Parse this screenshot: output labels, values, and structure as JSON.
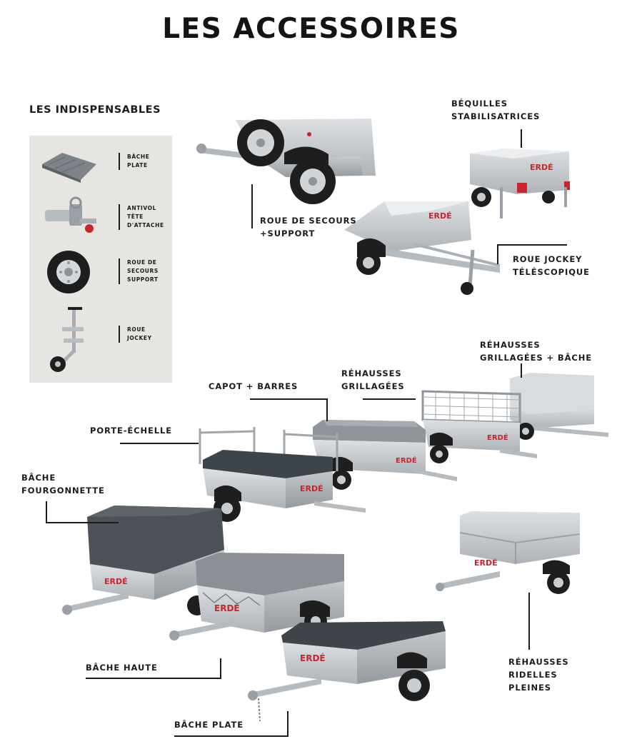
{
  "page": {
    "title": "LES ACCESSOIRES",
    "section_title": "LES INDISPENSABLES",
    "brand": "ERDÉ"
  },
  "sidebar": {
    "items": [
      {
        "label": "BÂCHE\nPLATE",
        "icon": "tarp-icon"
      },
      {
        "label": "ANTIVOL\nTÊTE\nD'ATTACHE",
        "icon": "hitch-lock-icon"
      },
      {
        "label": "ROUE DE\nSECOURS\nSUPPORT",
        "icon": "spare-wheel-icon"
      },
      {
        "label": "ROUE\nJOCKEY",
        "icon": "jockey-wheel-icon"
      }
    ]
  },
  "callouts": {
    "bequilles": "BÉQUILLES\nSTABILISATRICES",
    "roue_secours": "ROUE DE SECOURS\n+SUPPORT",
    "roue_jockey": "ROUE JOCKEY\nTÉLÉSCOPIQUE",
    "rehausses_bache": "RÉHAUSSES\nGRILLAGÉES + BÂCHE",
    "rehausses_grillagees": "RÉHAUSSES\nGRILLAGÉES",
    "capot": "CAPOT + BARRES",
    "porte_echelle": "PORTE-ÉCHELLE",
    "bache_fourgonnette": "BÂCHE\nFOURGONNETTE",
    "bache_haute": "BÂCHE HAUTE",
    "bache_plate": "BÂCHE PLATE",
    "rehausses_ridelles": "RÉHAUSSES\nRIDELLES\nPLEINES"
  },
  "colors": {
    "text": "#1c1c1c",
    "panel": "#e6e5e2",
    "galvanized": "#c9cdd0",
    "tarp_dark": "#4c5258",
    "tarp_grey": "#8c9096",
    "tarp_light": "#d9dcde",
    "brand_red": "#c8262b"
  }
}
